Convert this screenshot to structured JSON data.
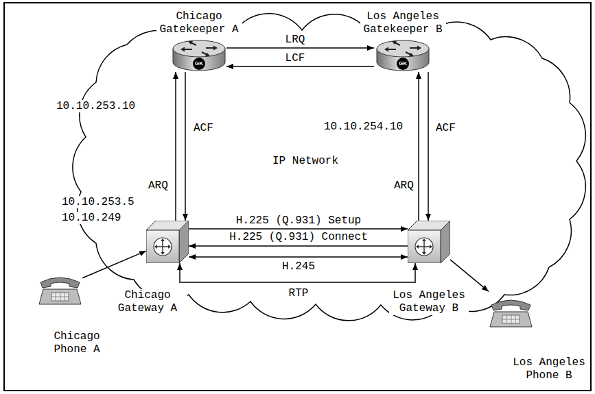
{
  "diagram": {
    "nodes": [
      {
        "text": [
          "Chicago Gatekeeper A",
          "GK"
        ]
      },
      {
        "text": [
          "Los Angeles Gatekeeper B",
          "GK"
        ]
      },
      {
        "text": [
          "Chicago Gateway A"
        ]
      },
      {
        "text": [
          "Los Angeles Gateway B"
        ]
      },
      {
        "text": [
          "Chicago Phone A"
        ]
      },
      {
        "text": [
          "Los Angeles Phone B"
        ]
      }
    ],
    "edges": [
      {
        "from": 0,
        "to": 1,
        "label": "LRQ",
        "arrow": "to"
      },
      {
        "from": 1,
        "to": 0,
        "label": "LCF",
        "arrow": "to"
      },
      {
        "from": 2,
        "to": 0,
        "label": "ARQ",
        "arrow": "to"
      },
      {
        "from": 0,
        "to": 2,
        "label": "ACF",
        "arrow": "to"
      },
      {
        "from": 3,
        "to": 1,
        "label": "ARQ",
        "arrow": "to"
      },
      {
        "from": 1,
        "to": 3,
        "label": "ACF",
        "arrow": "to"
      },
      {
        "from": 2,
        "to": 3,
        "label": "H.225 (Q.931) Setup",
        "arrow": "to"
      },
      {
        "from": 3,
        "to": 2,
        "label": "H.225 (Q.931) Connect",
        "arrow": "to"
      },
      {
        "from": 2,
        "to": 3,
        "label": "H.245",
        "arrow": "both"
      },
      {
        "from": 2,
        "to": 3,
        "label": "RTP",
        "arrow": "both"
      },
      {
        "from": 4,
        "to": 2,
        "arrow": "to"
      },
      {
        "from": 3,
        "to": 5,
        "arrow": "to"
      }
    ],
    "labels": [
      "IP Network",
      "10.10.253.10",
      "10.10.254.10",
      "10.10.253.5",
      "10.10.249"
    ]
  }
}
